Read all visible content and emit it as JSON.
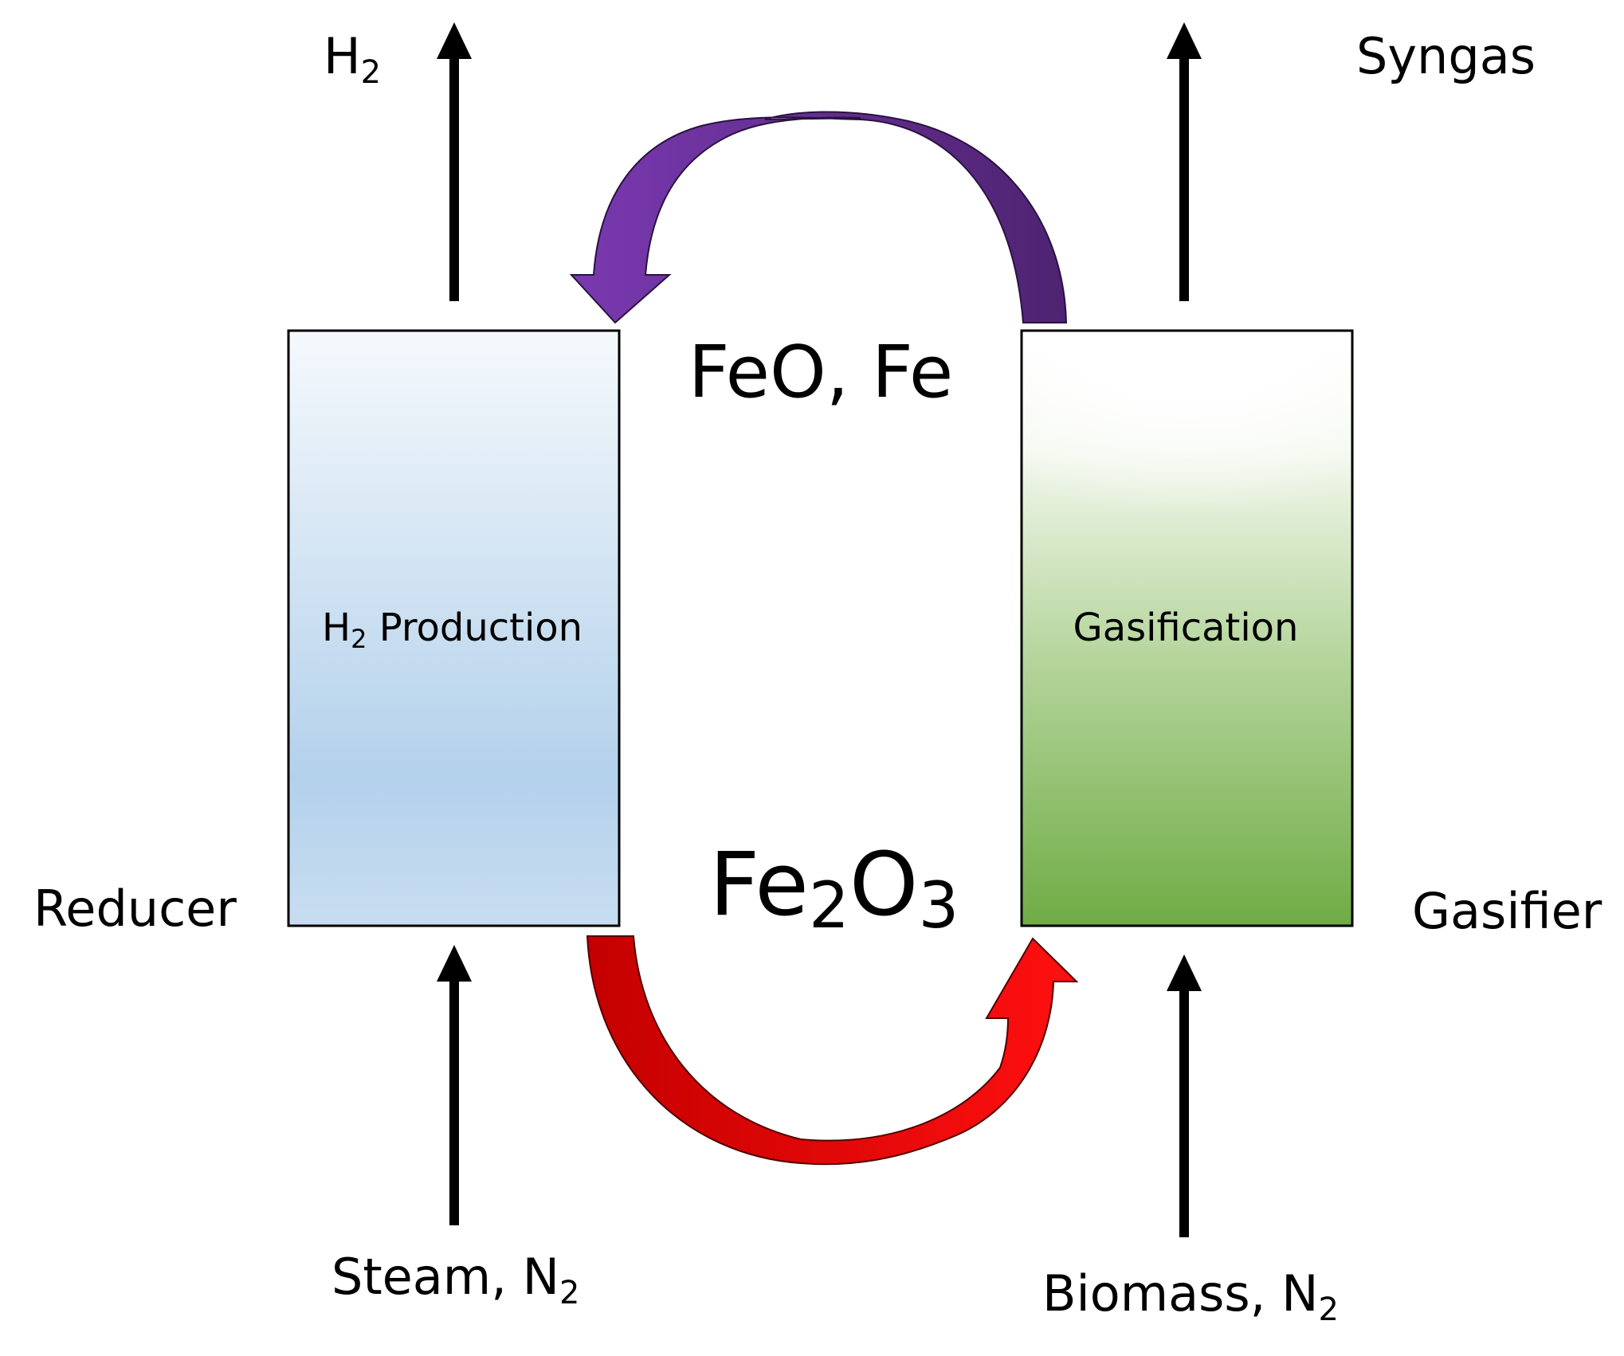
{
  "outputs": {
    "left": {
      "main": "H",
      "sub": "2"
    },
    "right": {
      "main": "Syngas"
    }
  },
  "inputs": {
    "left": {
      "main": "Steam, N",
      "sub": "2"
    },
    "right": {
      "main": "Biomass, N",
      "sub": "2"
    }
  },
  "reactors": {
    "left": {
      "name": "Reducer",
      "label_main": "H",
      "label_sub": "2",
      "label_rest": " Production"
    },
    "right": {
      "name": "Gasifier",
      "label": "Gasification"
    }
  },
  "species": {
    "top": "FeO, Fe",
    "bottom": {
      "a": "Fe",
      "b": "2",
      "c": "O",
      "d": "3"
    }
  },
  "colors": {
    "reducer_fill_top": "#f4f8fc",
    "reducer_fill_bottom": "#b5d2eb",
    "gasifier_fill_top": "#ffffff",
    "gasifier_fill_bottom": "#70ad47",
    "top_loop_arrow": "#6a2f9a",
    "bottom_loop_arrow": "#e00000",
    "flow_arrow": "#000000"
  }
}
